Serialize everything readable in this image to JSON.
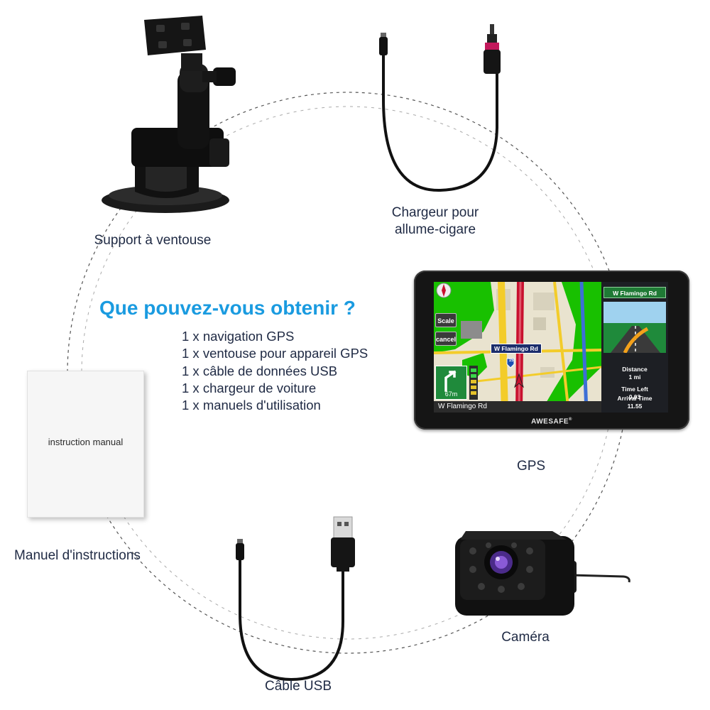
{
  "headline": "Que pouvez-vous obtenir ?",
  "contents": [
    "1 x navigation GPS",
    "1 x ventouse pour appareil GPS",
    "1 x câble de données USB",
    "1 x chargeur de voiture",
    "1 x manuels d'utilisation"
  ],
  "items": {
    "suction_mount": {
      "label": "Support à ventouse"
    },
    "car_charger": {
      "label_line1": "Chargeur pour",
      "label_line2": "allume-cigare"
    },
    "gps": {
      "label": "GPS"
    },
    "manual": {
      "label": "Manuel d'instructions",
      "cover_text": "instruction manual"
    },
    "usb_cable": {
      "label": "Câble USB"
    },
    "camera": {
      "label": "Caméra"
    }
  },
  "gps_screen": {
    "brand": "AWESAFE",
    "street_banner": "W Flamingo Rd",
    "map_street_label": "W Flamingo Rd",
    "bottom_street": "W Flamingo Rd",
    "route_shield": "15",
    "scale_button": "Scale",
    "cancel_button": "cancel",
    "turn_distance": "67m",
    "distance_label": "Distance",
    "distance_value": "1 mi",
    "time_left_label": "Time Left",
    "time_left_value": "0.03",
    "arrival_label": "Arrival Time",
    "arrival_value": "11.55"
  },
  "colors": {
    "headline": "#1a9be0",
    "text": "#1f2a44",
    "route": "#c8102e",
    "map_green": "#18c000"
  }
}
